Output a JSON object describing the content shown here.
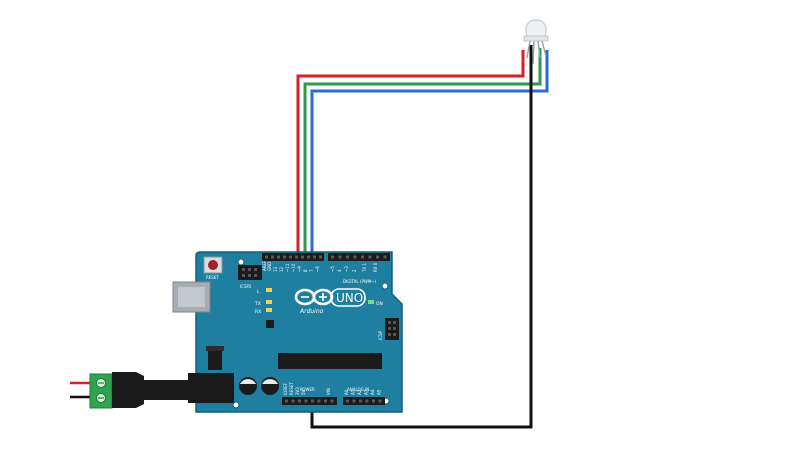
{
  "board": {
    "name": "Arduino",
    "model": "UNO",
    "reset_label": "RESET",
    "icsp2_label": "ICSP2",
    "icsp_label": "ICSP",
    "on_label": "ON",
    "l_label": "L",
    "tx_label": "TX",
    "rx_label": "RX",
    "digital_label": "DIGITAL (PWM~)",
    "power_label": "POWER",
    "analog_label": "ANALOG IN",
    "aref_label": "AREF",
    "gnd_label": "GND",
    "ioref_label": "IOREF",
    "reset_pin_label": "RESET",
    "v33_label": "3V3",
    "v5_label": "5V",
    "vin_label": "VIN",
    "digital_pins": [
      "13",
      "12",
      "~11",
      "~10",
      "~9",
      "8",
      "7",
      "~6",
      "~5",
      "4",
      "~3",
      "2",
      "TX 1",
      "RX 0"
    ],
    "analog_pins": [
      "A0",
      "A1",
      "A2",
      "A3",
      "A4",
      "A5"
    ]
  },
  "colors": {
    "board": "#1e7fa0",
    "board_edge": "#145e78",
    "wire_red": "#d81f26",
    "wire_green": "#2e9a4a",
    "wire_blue": "#2a6bd6",
    "wire_black": "#111111",
    "jack_green": "#2fa34e"
  },
  "icons": {
    "logo": "infinity-logo-icon",
    "led": "rgb-led-icon"
  }
}
